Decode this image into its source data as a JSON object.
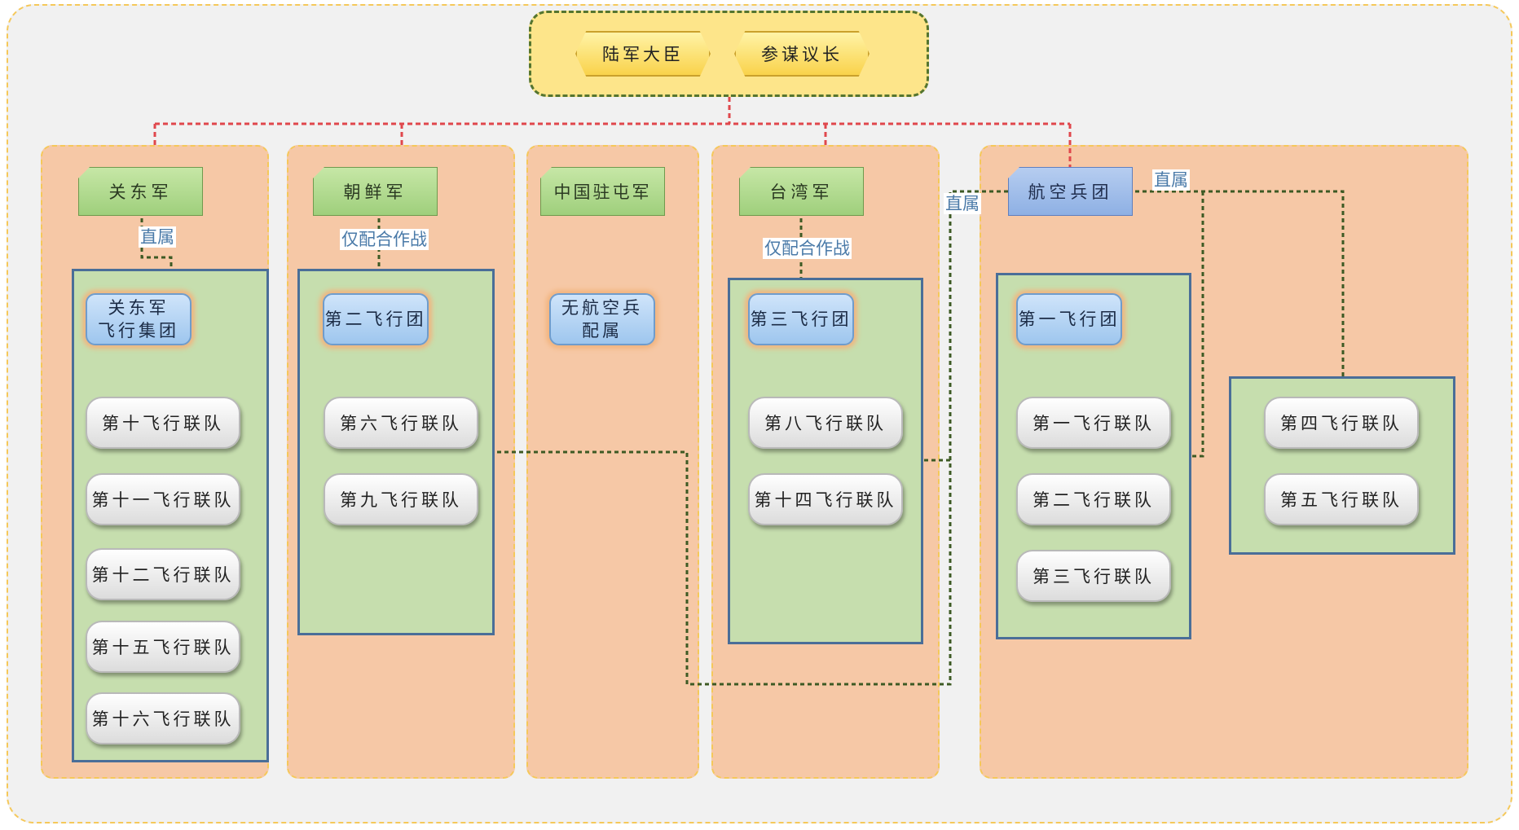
{
  "top": {
    "minister": "陆军大臣",
    "chief": "参谋议长"
  },
  "armies": {
    "kwantung": {
      "name": "关东军",
      "link_label": "直属",
      "group_line1": "关东军",
      "group_line2": "飞行集团",
      "regiments": [
        "第十飞行联队",
        "第十一飞行联队",
        "第十二飞行联队",
        "第十五飞行联队",
        "第十六飞行联队"
      ]
    },
    "korea": {
      "name": "朝鲜军",
      "link_label": "仅配合作战",
      "group": "第二飞行团",
      "regiments": [
        "第六飞行联队",
        "第九飞行联队"
      ]
    },
    "china": {
      "name": "中国驻屯军",
      "group_line1": "无航空兵",
      "group_line2": "配属"
    },
    "taiwan": {
      "name": "台湾军",
      "link_label": "仅配合作战",
      "group": "第三飞行团",
      "regiments": [
        "第八飞行联队",
        "第十四飞行联队"
      ]
    },
    "air": {
      "name": "航空兵团",
      "label_left": "直属",
      "label_right": "直属",
      "group": "第一飞行团",
      "regiments": [
        "第一飞行联队",
        "第二飞行联队",
        "第三飞行联队"
      ],
      "independent_regiments": [
        "第四飞行联队",
        "第五飞行联队"
      ]
    }
  },
  "colors": {
    "red_link": "#e0474c",
    "green_link": "#3d5a24",
    "panel": "#f6c8a6",
    "inner_box": "#c6deae"
  }
}
